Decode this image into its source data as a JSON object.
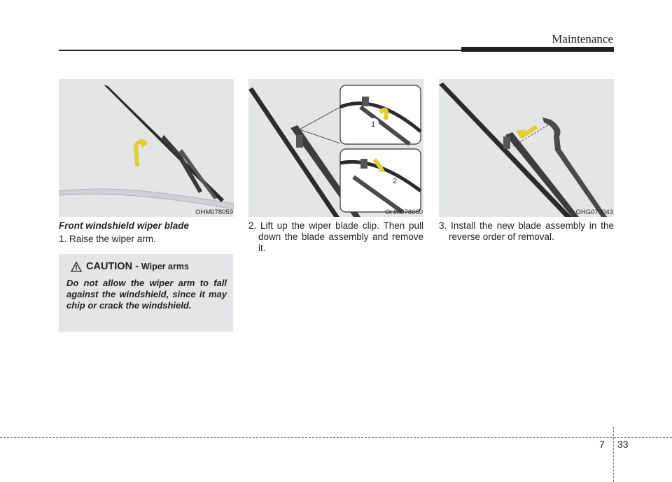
{
  "header": {
    "section_title": "Maintenance"
  },
  "figures": [
    {
      "code": "OHM078059",
      "callout_1": "",
      "callout_2": ""
    },
    {
      "code": "OHM078060",
      "callout_1": "1",
      "callout_2": "2"
    },
    {
      "code": "OHG070043"
    }
  ],
  "content": {
    "heading": "Front windshield wiper blade",
    "step1": "1. Raise the wiper arm.",
    "step2": "2. Lift up the wiper blade clip. Then pull down the blade assembly and remove it.",
    "step3": "3. Install the new blade assembly in the reverse order of removal."
  },
  "caution": {
    "label": "CAUTION -",
    "subject": "Wiper arms",
    "text": "Do not allow the wiper arm to fall against the windshield, since it may chip or crack the windshield."
  },
  "footer": {
    "chapter": "7",
    "page": "33"
  },
  "colors": {
    "arrow_yellow": "#f2e24a",
    "panel_grey": "#e4e5e7",
    "ink": "#231f20"
  }
}
